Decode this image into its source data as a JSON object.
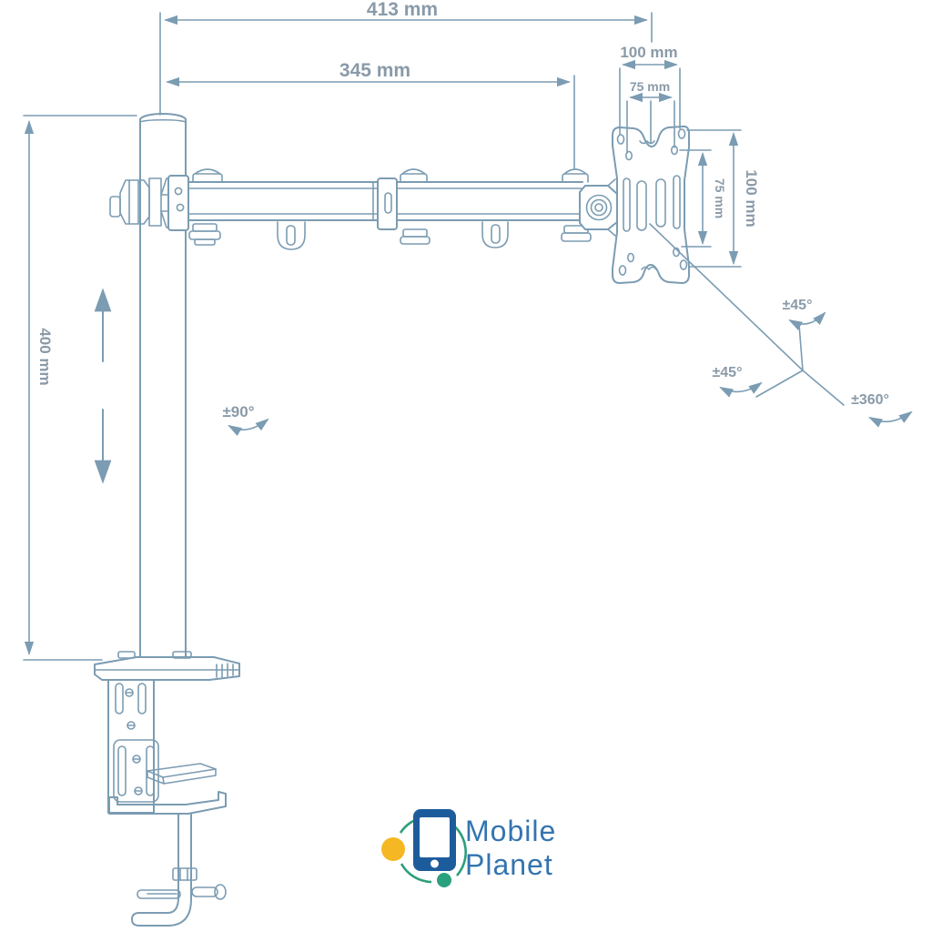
{
  "colors": {
    "line": "#7b9cb2",
    "dim_text": "#8a9aa8",
    "logo_blue": "#1d5c9c",
    "logo_text": "#3474b0",
    "logo_yellow": "#f5b824",
    "logo_teal": "#2aa17e",
    "logo_green": "#2e9e7b"
  },
  "labels": {
    "dim_413": "413 mm",
    "dim_345": "345 mm",
    "dim_100_top": "100 mm",
    "dim_75_top": "75 mm",
    "dim_75_right": "75 mm",
    "dim_100_right": "100 mm",
    "dim_400": "400 mm",
    "rot_90": "±90°",
    "rot_45_upper": "±45°",
    "rot_45_lower": "±45°",
    "rot_360": "±360°"
  },
  "logo": {
    "line1": "Mobile",
    "line2": "Planet"
  }
}
